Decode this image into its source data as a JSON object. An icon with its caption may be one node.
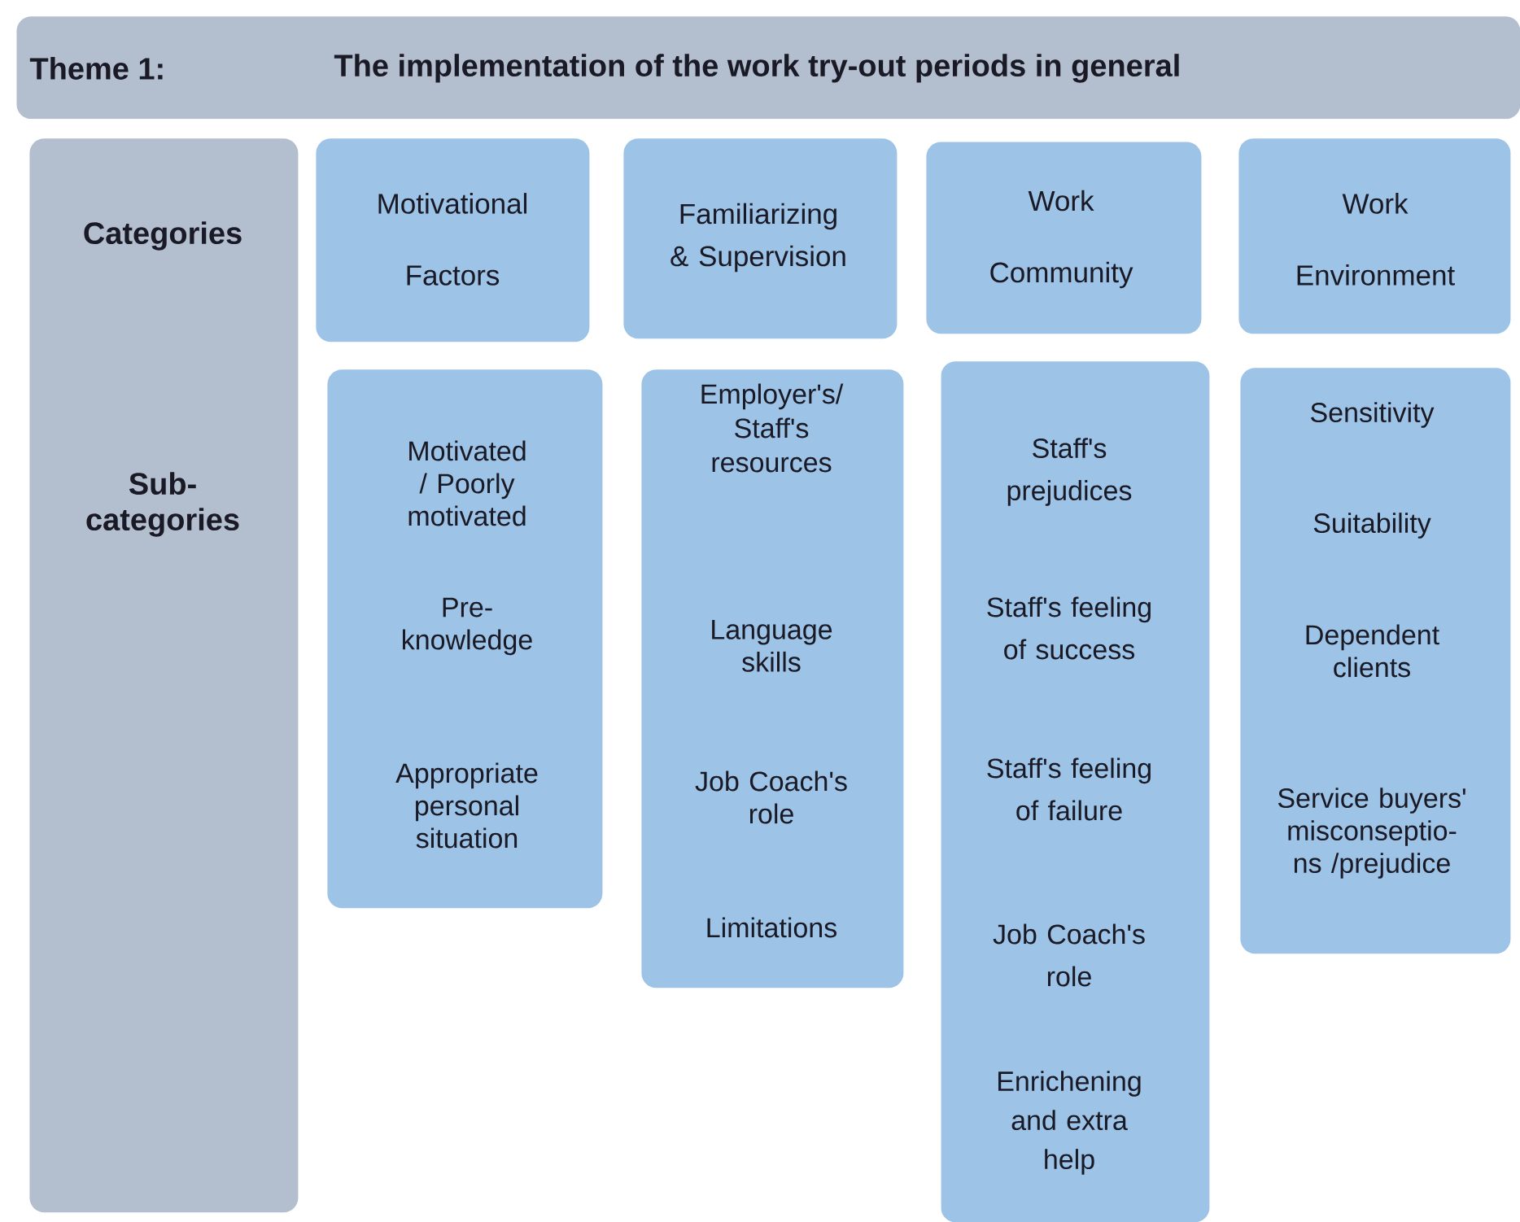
{
  "diagram": {
    "nodes": [
      {
        "text": [
          "Theme 1:",
          "The implementation of the work try-out periods in general"
        ]
      },
      {
        "text": [
          "Categories",
          "Sub- categories"
        ]
      },
      {
        "text": [
          "Motivational Factors"
        ]
      },
      {
        "text": [
          "Familiarizing & Supervision"
        ]
      },
      {
        "text": [
          "Work Community"
        ]
      },
      {
        "text": [
          "Work Environment"
        ]
      },
      {
        "text": [
          "Motivated / Poorly motivated",
          "Pre- knowledge",
          "Appropriate personal situation"
        ]
      },
      {
        "text": [
          "Employer's/ Staff's resources",
          "Language skills",
          "Job Coach's role",
          "Limitations"
        ]
      },
      {
        "text": [
          "Staff's prejudices",
          "Staff's feeling of success",
          "Staff's feeling of failure",
          "Job Coach's role",
          "Enrichening and extra help"
        ]
      },
      {
        "text": [
          "Sensitivity",
          "Suitability",
          "Dependent clients",
          "Service buyers' misconseptio- ns /prejudice"
        ]
      }
    ]
  }
}
